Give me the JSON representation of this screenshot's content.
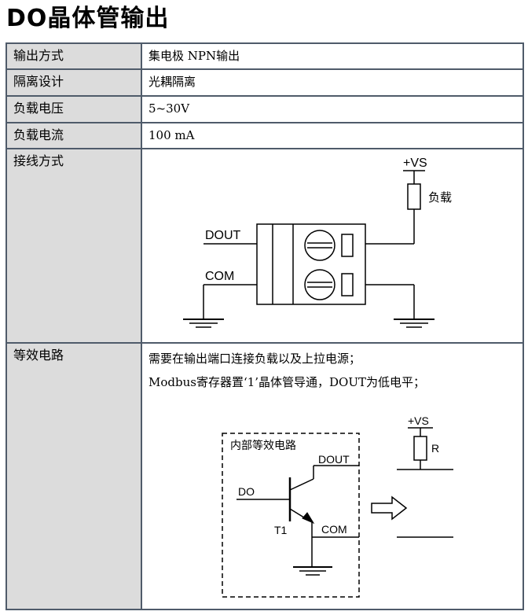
{
  "title": "DO晶体管输出",
  "rows": [
    {
      "label": "输出方式",
      "value": "集电极 NPN输出"
    },
    {
      "label": "隔离设计",
      "value": "光耦隔离"
    },
    {
      "label": "负载电压",
      "value": "5~30V"
    },
    {
      "label": "负载电流",
      "value": "100 mA"
    },
    {
      "label": "接线方式"
    },
    {
      "label": "等效电路"
    }
  ],
  "wiring": {
    "vs_label": "+VS",
    "load_label": "负载",
    "dout_label": "DOUT",
    "com_label": "COM"
  },
  "equivalent": {
    "line1": "需要在输出端口连接负载以及上拉电源；",
    "line2": "Modbus寄存器置‘1’晶体管导通，DOUT为低电平；",
    "internal_label": "内部等效电路",
    "dout_label": "DOUT",
    "do_label": "DO",
    "t1_label": "T1",
    "com_label": "COM",
    "vs_label": "+VS",
    "r_label": "R"
  }
}
